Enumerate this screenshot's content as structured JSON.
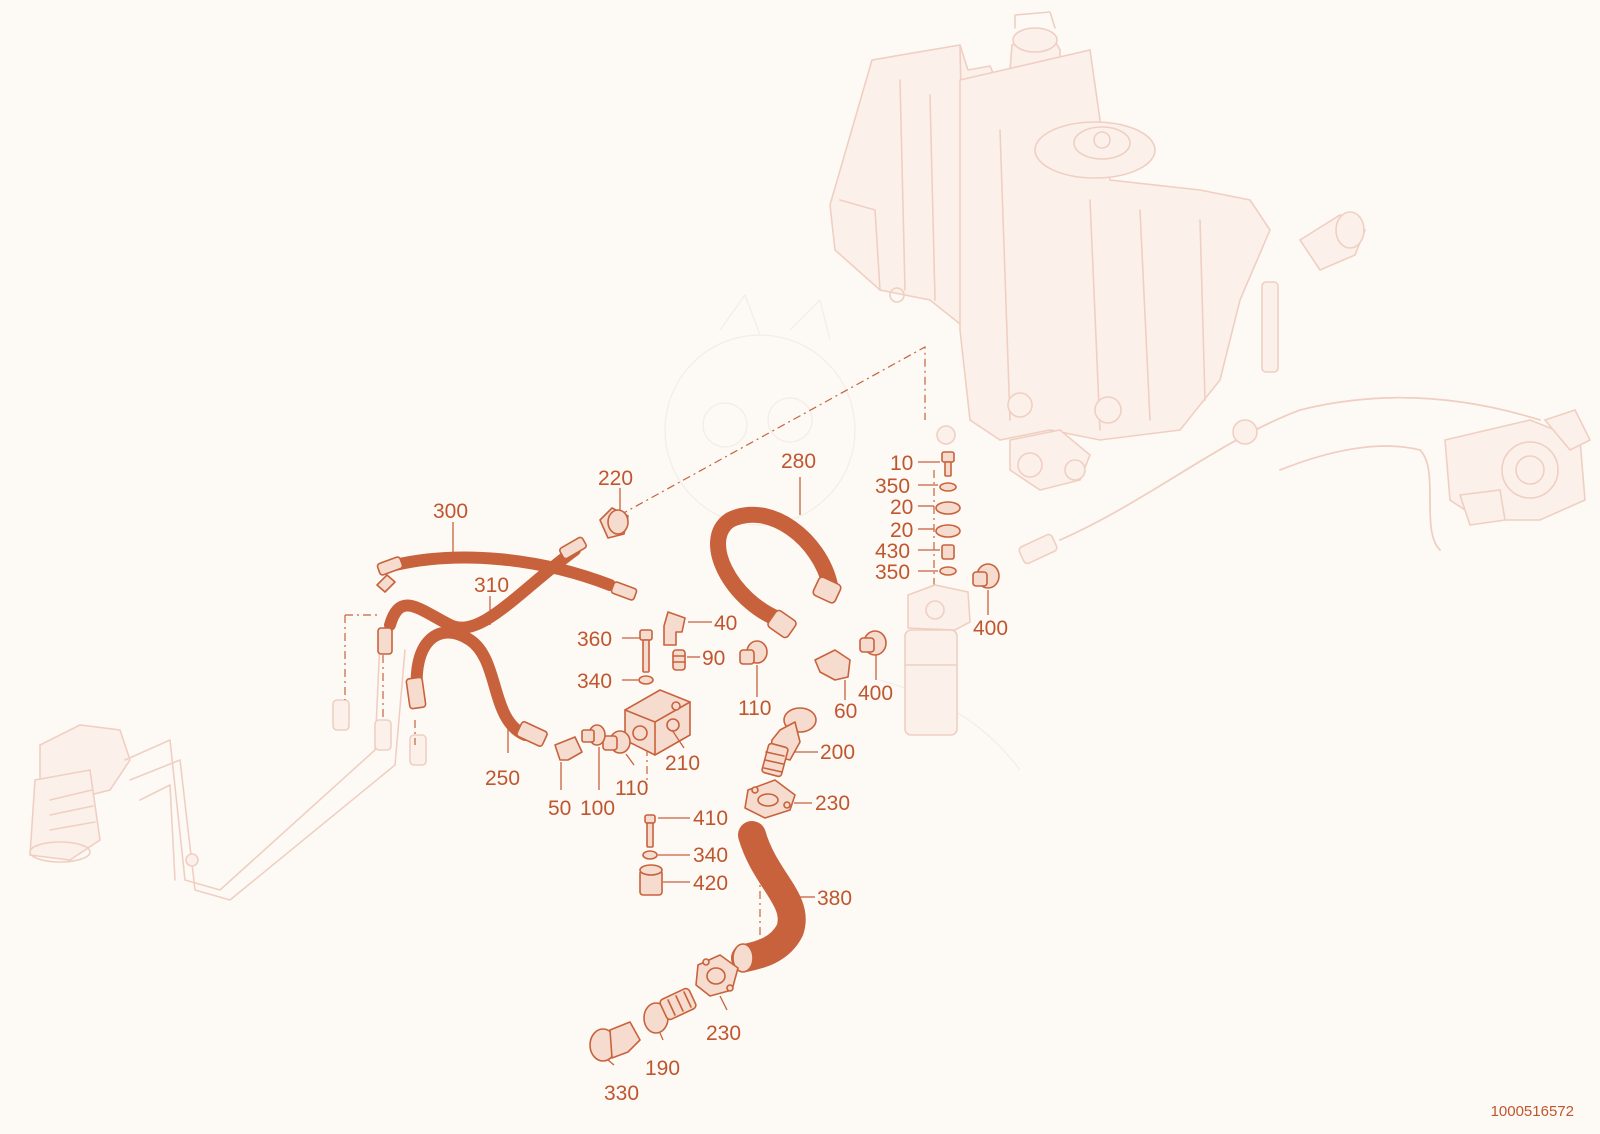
{
  "diagram": {
    "callouts": [
      {
        "id": "c300a",
        "text": "300"
      },
      {
        "id": "c220",
        "text": "220"
      },
      {
        "id": "c280",
        "text": "280"
      },
      {
        "id": "c310",
        "text": "310"
      },
      {
        "id": "c40",
        "text": "40"
      },
      {
        "id": "c360",
        "text": "360"
      },
      {
        "id": "c90",
        "text": "90"
      },
      {
        "id": "c340a",
        "text": "340"
      },
      {
        "id": "c110a",
        "text": "110"
      },
      {
        "id": "c60",
        "text": "60"
      },
      {
        "id": "c400a",
        "text": "400"
      },
      {
        "id": "c400b",
        "text": "400"
      },
      {
        "id": "c10",
        "text": "10"
      },
      {
        "id": "c350a",
        "text": "350"
      },
      {
        "id": "c20a",
        "text": "20"
      },
      {
        "id": "c20b",
        "text": "20"
      },
      {
        "id": "c430",
        "text": "430"
      },
      {
        "id": "c350b",
        "text": "350"
      },
      {
        "id": "c250",
        "text": "250"
      },
      {
        "id": "c50",
        "text": "50"
      },
      {
        "id": "c100",
        "text": "100"
      },
      {
        "id": "c110b",
        "text": "110"
      },
      {
        "id": "c210",
        "text": "210"
      },
      {
        "id": "c200",
        "text": "200"
      },
      {
        "id": "c230a",
        "text": "230"
      },
      {
        "id": "c410",
        "text": "410"
      },
      {
        "id": "c340b",
        "text": "340"
      },
      {
        "id": "c420",
        "text": "420"
      },
      {
        "id": "c380",
        "text": "380"
      },
      {
        "id": "c230b",
        "text": "230"
      },
      {
        "id": "c190",
        "text": "190"
      },
      {
        "id": "c330",
        "text": "330"
      }
    ],
    "document_number": "1000516572"
  },
  "colors": {
    "accent": "#c0562e",
    "part_fill": "#f6dccf",
    "ghost_line": "#f0cfc2",
    "background": "#fdfaf6"
  }
}
